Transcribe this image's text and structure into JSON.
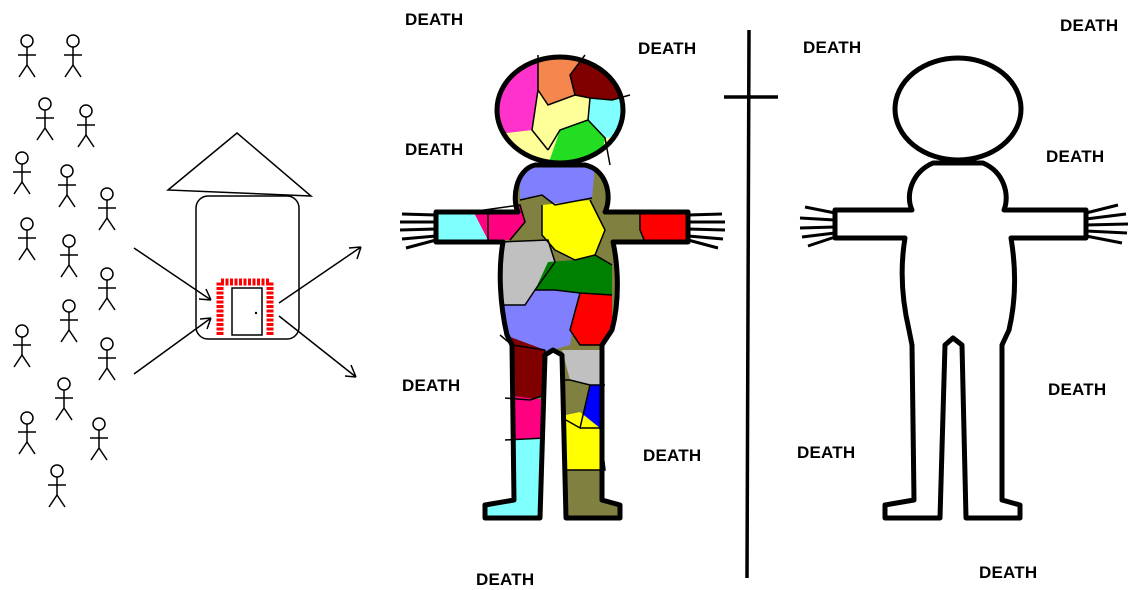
{
  "labels": {
    "death_1": "DEATH",
    "death_2": "DEATH",
    "death_3": "DEATH",
    "death_4": "DEATH",
    "death_5": "DEATH",
    "death_6": "DEATH",
    "death_7": "DEATH",
    "death_8": "DEATH",
    "death_9": "DEATH",
    "death_10": "DEATH",
    "death_11": "DEATH"
  },
  "colors": {
    "ink": "#000000",
    "door_frame": "#ff0000",
    "patch_magenta": "#ff33cc",
    "patch_orange": "#f5874e",
    "patch_maroon": "#800000",
    "patch_yellow": "#ffff99",
    "patch_cyan": "#80ffff",
    "patch_green": "#22dd22",
    "patch_periwinkle": "#8080ff",
    "patch_olive": "#808040",
    "patch_pink": "#ff0080",
    "patch_bright_yellow": "#ffff00",
    "patch_gray": "#c0c0c0",
    "patch_dark_green": "#008000",
    "patch_red": "#ff0000",
    "patch_blue": "#0000ff"
  }
}
